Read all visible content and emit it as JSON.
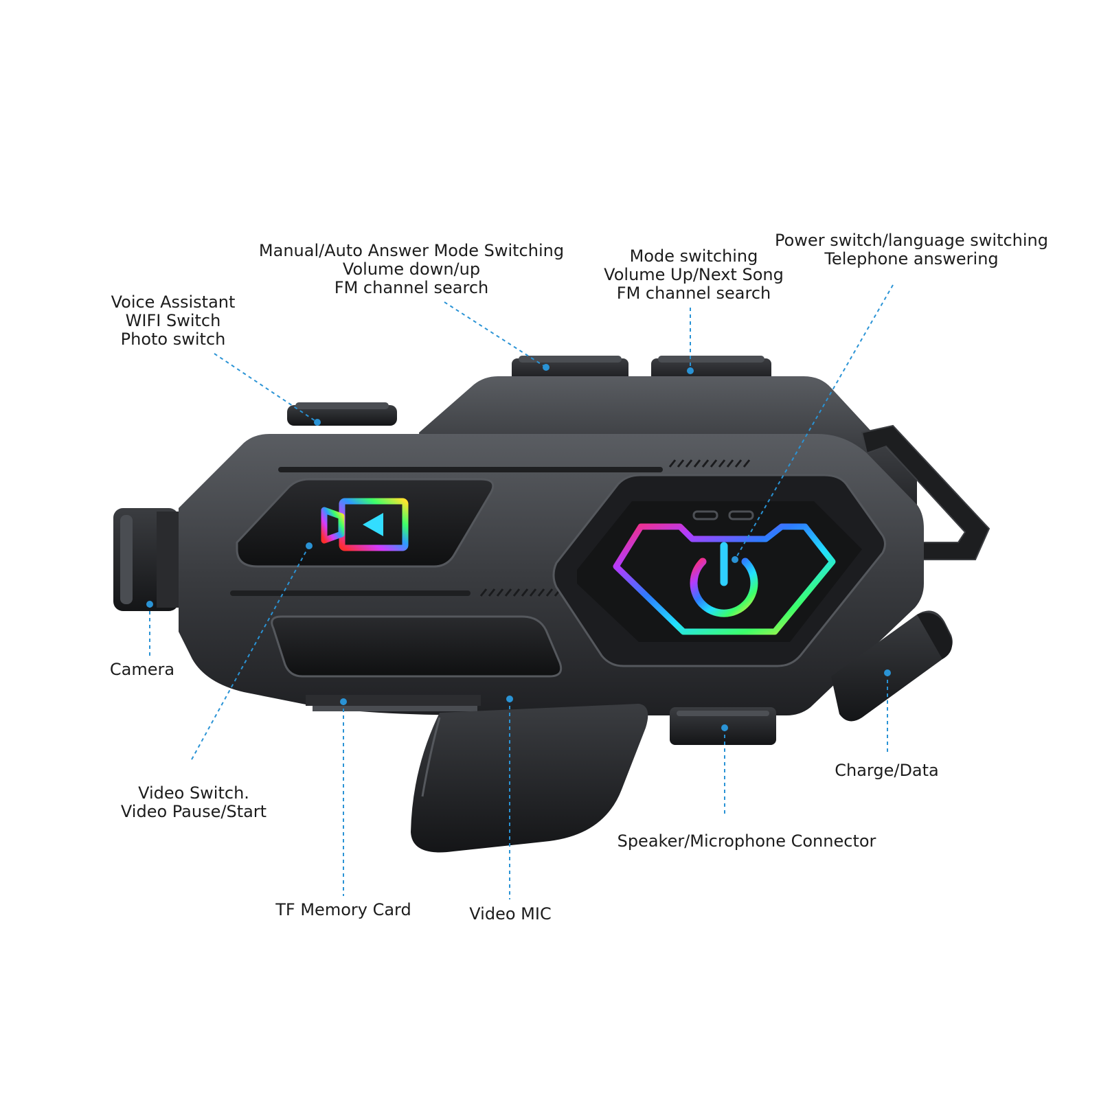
{
  "callouts": {
    "voice_assistant": {
      "lines": [
        "Voice Assistant",
        "WIFI Switch",
        "Photo switch"
      ]
    },
    "manual_auto": {
      "lines": [
        "Manual/Auto Answer Mode Switching",
        "Volume down/up",
        "FM channel search"
      ]
    },
    "mode_switching": {
      "lines": [
        "Mode switching",
        "Volume Up/Next Song",
        "FM channel search"
      ]
    },
    "power_switch": {
      "lines": [
        "Power switch/language switching",
        "Telephone answering"
      ]
    },
    "camera": {
      "lines": [
        "Camera"
      ]
    },
    "video_switch": {
      "lines": [
        "Video Switch.",
        "Video Pause/Start"
      ]
    },
    "tf_card": {
      "lines": [
        "TF Memory Card"
      ]
    },
    "video_mic": {
      "lines": [
        "Video MIC"
      ]
    },
    "speaker_connector": {
      "lines": [
        "Speaker/Microphone Connector"
      ]
    },
    "charge_data": {
      "lines": [
        "Charge/Data"
      ]
    }
  },
  "colors": {
    "leader": "#2a93d5",
    "body_dark": "#2b2d30",
    "body_mid": "#4a4d52",
    "led_gradient": [
      "#ff2d6f",
      "#b23cff",
      "#2e7bff",
      "#22e0ff",
      "#3dff6a",
      "#ffe52e"
    ]
  }
}
